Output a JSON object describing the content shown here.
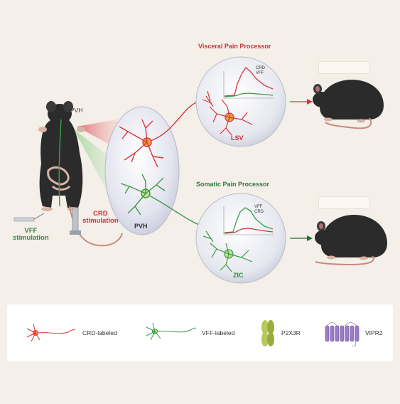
{
  "visceral": {
    "title": "Visceral Pain Processor",
    "region": "LSV",
    "trace_labels": [
      "CRD",
      "VFF"
    ]
  },
  "somatic": {
    "title": "Somatic Pain Processor",
    "region": "ZIC",
    "trace_labels": [
      "VFF",
      "CRD"
    ]
  },
  "hypothalamus": {
    "label": "PVH"
  },
  "mouse_label": "PVH",
  "stimulation": {
    "crd": {
      "line1": "CRD",
      "line2": "stimulation"
    },
    "vff": {
      "line1": "VFF",
      "line2": "stimulation"
    }
  },
  "legend": [
    {
      "icon": "crd-neuron-icon",
      "label": "CRD-labeled"
    },
    {
      "icon": "vff-neuron-icon",
      "label": "VFF-labeled"
    },
    {
      "icon": "p2x3r-icon",
      "label": "P2X3R"
    },
    {
      "icon": "vipr2-icon",
      "label": "VIPR2"
    }
  ],
  "colors": {
    "red": "#d8363c",
    "green": "#3d9a4a",
    "mouse": "#2b2b2b",
    "background": "#f4efe8"
  }
}
